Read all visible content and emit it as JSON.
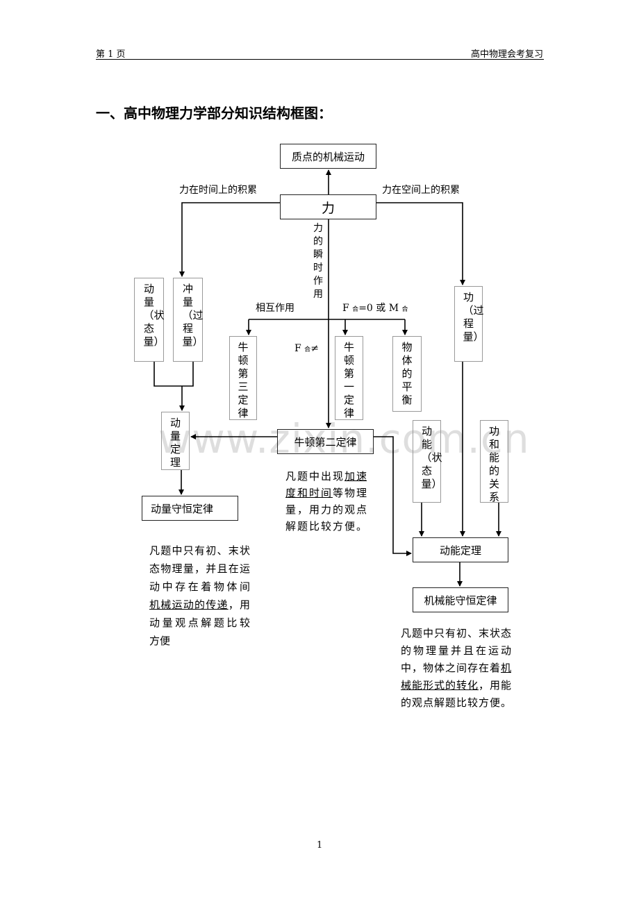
{
  "header": {
    "page_label": "第 1 页",
    "doc_title": "高中物理会考复习"
  },
  "title": "一、高中物理力学部分知识结构框图：",
  "watermark": "www.zixin.com.cn",
  "boxes": {
    "mechanical_motion": "质点的机械运动",
    "force": "力",
    "momentum": "动量（状态量）",
    "impulse": "冲量（过程量）",
    "work": "功（过程量）",
    "newton3": "牛顿第三定律",
    "newton1": "牛顿第一定律",
    "equilibrium": "物体的平衡",
    "momentum_theorem": "动量定理",
    "newton2": "牛顿第二定律",
    "kinetic_energy": "动能（状态量）",
    "work_energy_relation": "功和能的关系",
    "momentum_conservation": "动量守恒定律",
    "kinetic_energy_theorem": "动能定理",
    "mech_energy_conservation": "机械能守恒定律"
  },
  "labels": {
    "time_accum": "力在时间上的积累",
    "space_accum": "力在空间上的积累",
    "instant": "力的瞬时作用",
    "interaction": "相互作用",
    "f_zero_a": "F",
    "f_zero_sub1": "合",
    "f_zero_b": "=0  或  M",
    "f_zero_sub2": "合",
    "f_neq_a": "F",
    "f_neq_sub": "合",
    "f_neq_b": "≠"
  },
  "notes": {
    "newton2": [
      [
        "凡题中出现",
        "加速"
      ],
      [
        "度和时间",
        "等物理"
      ],
      [
        "量，用力的观点"
      ],
      [
        "解题比较方便。"
      ]
    ],
    "momentum": [
      [
        "凡题中只有初、末状"
      ],
      [
        "态物理量，并且在运"
      ],
      [
        "动中存在着物体间"
      ],
      [
        "机械运动的传递",
        "，用"
      ],
      [
        "动量观点解题比较"
      ],
      [
        "方便"
      ]
    ],
    "energy": [
      [
        "凡题中只有初、末状态"
      ],
      [
        "的物理量并且在运动"
      ],
      [
        "中，物体之间存在着",
        "机"
      ],
      [
        "械能形式的转化",
        "，用能"
      ],
      [
        "的观点解题比较方便。"
      ]
    ]
  },
  "footer": {
    "page_number": "1"
  }
}
